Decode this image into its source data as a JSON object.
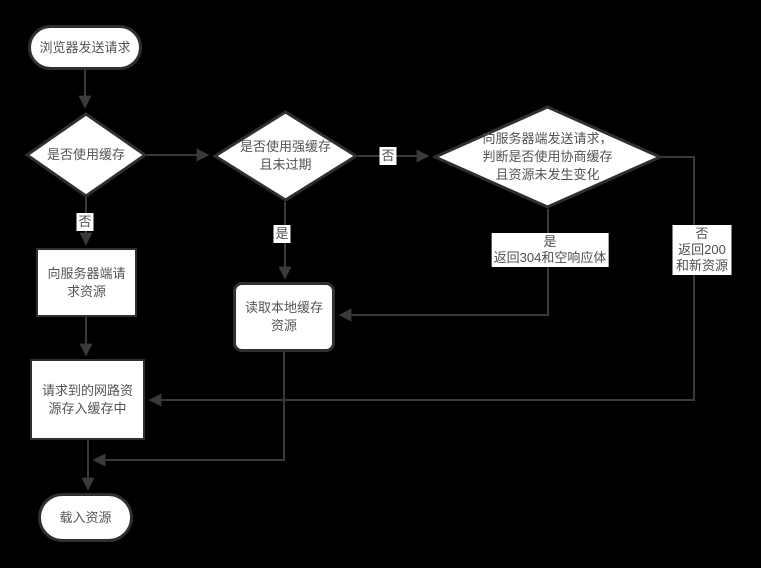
{
  "diagram_title": "browser-cache-flowchart",
  "colors": {
    "background": "#000000",
    "shape_fill": "#ffffff",
    "shape_border": "#2f2f2f",
    "connector": "#3a3a3a",
    "text": "#545454",
    "edge_label_background": "#ffffff"
  },
  "nodes": {
    "start": {
      "label": "浏览器发送请求",
      "type": "terminator"
    },
    "use_cache": {
      "label": "是否使用缓存",
      "type": "decision"
    },
    "strong_cache": {
      "label": "是否使用强缓存\n且未过期",
      "type": "decision"
    },
    "negotiate_cache": {
      "label": "向服务器端发送请求，\n判断是否使用协商缓存\n且资源未发生变化",
      "type": "decision"
    },
    "request_server": {
      "label": "向服务器端请\n求资源",
      "type": "process"
    },
    "read_local": {
      "label": "读取本地缓存\n资源",
      "type": "process"
    },
    "store_cache": {
      "label": "请求到的网路资\n源存入缓存中",
      "type": "process"
    },
    "load_resource": {
      "label": "载入资源",
      "type": "terminator"
    }
  },
  "edge_labels": {
    "use_cache_no": "否",
    "strong_cache_no": "否",
    "strong_cache_yes": "是",
    "negotiate_yes": "是\n返回304和空响应体",
    "negotiate_no": "否\n返回200和新资源"
  }
}
